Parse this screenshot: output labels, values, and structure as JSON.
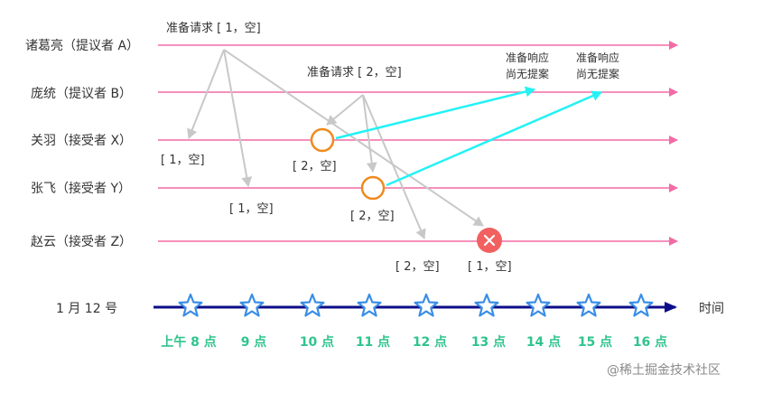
{
  "lanes": [
    {
      "label": "诸葛亮（提议者 A）"
    },
    {
      "label": "庞统（提议者 B）"
    },
    {
      "label": "关羽（接受者 X）"
    },
    {
      "label": "张飞（接受者 Y）"
    },
    {
      "label": "赵云（接受者 Z）"
    }
  ],
  "requests": {
    "req1": "准备请求 [ 1，空]",
    "req2": "准备请求 [ 2，空]"
  },
  "responses": {
    "resp1": {
      "line1": "准备响应",
      "line2": "尚无提案"
    },
    "resp2": {
      "line1": "准备响应",
      "line2": "尚无提案"
    }
  },
  "values": {
    "x_recv1": "[ 1，空]",
    "x_recv2": "[ 2，空]",
    "y_recv1": "[ 1，空]",
    "y_recv2": "[ 2，空]",
    "z_recv2": "[ 2，空]",
    "z_recv1": "[ 1，空]"
  },
  "timeline": {
    "date": "1 月 12 号",
    "axis_label": "时间",
    "hours": [
      "上午 8 点",
      "9 点",
      "10 点",
      "11 点",
      "12 点",
      "13 点",
      "14 点",
      "15 点",
      "16 点"
    ]
  },
  "watermark": "@稀土掘金技术社区",
  "colors": {
    "lane": "#f26ba5",
    "request_arrow": "#c8c8c8",
    "response_arrow": "#22f2f5",
    "accept_circle": "#ef8a1e",
    "reject_circle": "#f26060",
    "axis": "#0d0d8a",
    "star": "#3a8ee6",
    "hour_text": "#2fc48d"
  }
}
